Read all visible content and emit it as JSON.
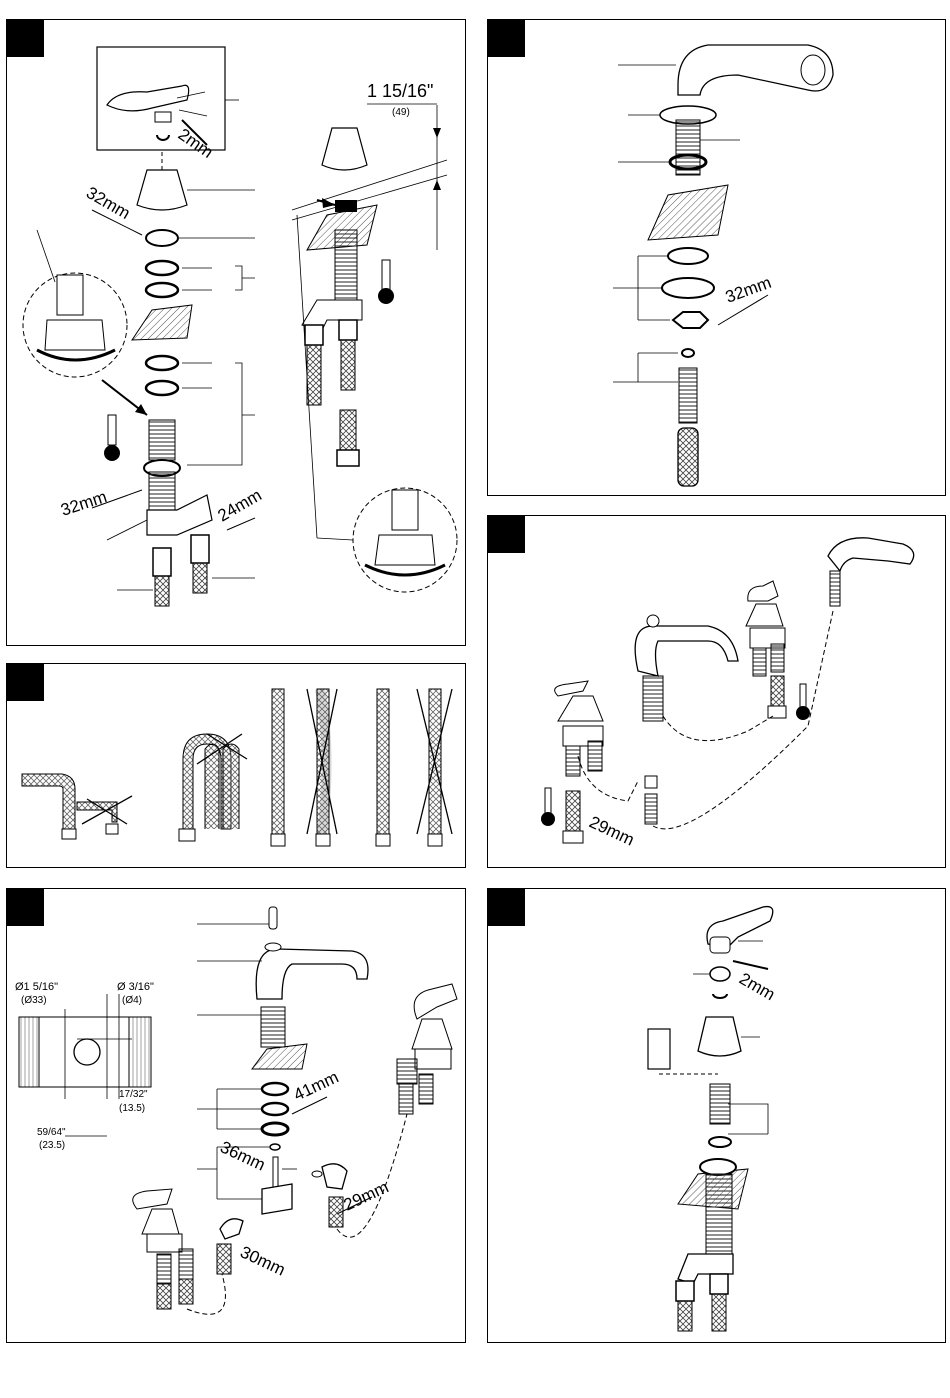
{
  "panels": [
    {
      "id": "p1",
      "labels": {
        "wrench_top": "2mm",
        "wrench_flange": "32mm",
        "wrench_lower": "32mm",
        "wrench_right": "24mm",
        "height_main": "1 15/16\"",
        "height_mm": "(49)"
      }
    },
    {
      "id": "p2",
      "labels": {
        "wrench": "32mm"
      }
    },
    {
      "id": "p3",
      "labels": {}
    },
    {
      "id": "p4",
      "labels": {
        "wrench": "29mm"
      }
    },
    {
      "id": "p5",
      "labels": {
        "hole_large": "Ø1 5/16\"",
        "hole_large_mm": "(Ø33)",
        "hole_small": "Ø 3/16\"",
        "hole_small_mm": "(Ø4)",
        "offset_a": "17/32\"",
        "offset_a_mm": "(13.5)",
        "offset_b": "59/64\"",
        "offset_b_mm": "(23.5)",
        "wrench_41": "41mm",
        "wrench_36": "36mm",
        "wrench_29": "29mm",
        "wrench_30": "30mm"
      }
    },
    {
      "id": "p6",
      "labels": {
        "wrench": "2mm"
      }
    }
  ],
  "colors": {
    "line": "#000000",
    "panel_tab": "#000000",
    "hatch": "#777777"
  }
}
